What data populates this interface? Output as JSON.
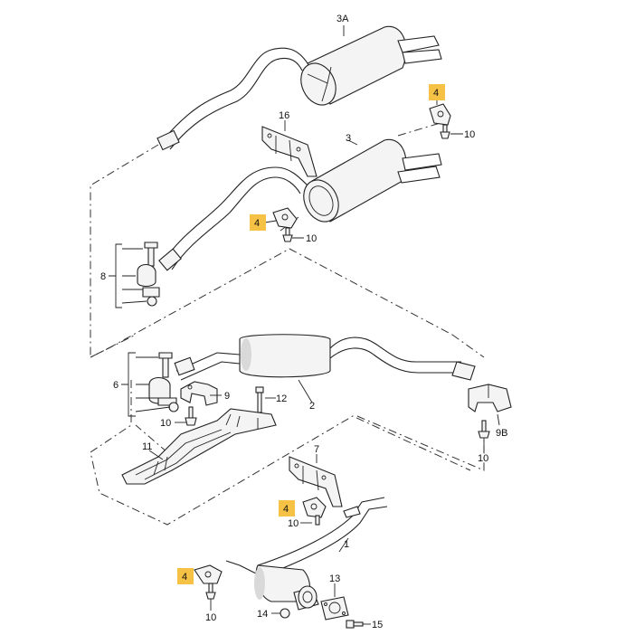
{
  "labels": {
    "l3a": "3A",
    "l16": "16",
    "l3": "3",
    "l4a": "4",
    "l10a": "10",
    "l4b": "4",
    "l10b": "10",
    "l8": "8",
    "l6": "6",
    "l9": "9",
    "l12": "12",
    "l2": "2",
    "l10c": "10",
    "l9b": "9B",
    "l10d": "10",
    "l11": "11",
    "l7": "7",
    "l4c": "4",
    "l10e": "10",
    "l1": "1",
    "l4d": "4",
    "l13": "13",
    "l10f": "10",
    "l14": "14",
    "l15": "15"
  },
  "colors": {
    "highlight": "#f5c245",
    "line": "#222222"
  }
}
